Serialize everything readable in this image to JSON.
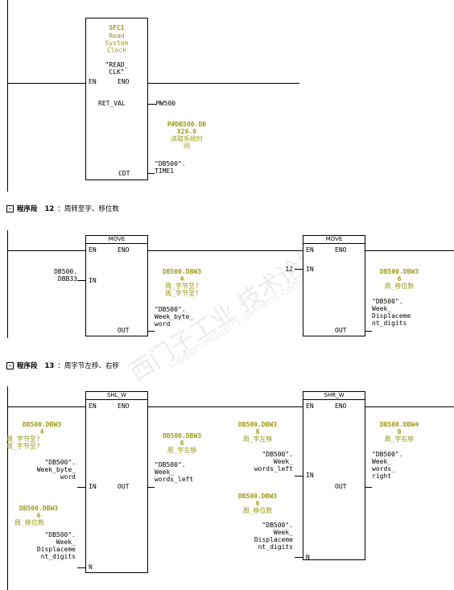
{
  "network11": {
    "sfc_name": "SFC1",
    "sfc_title": "Read\nSystem\nClock",
    "sfc_symbol": "\"READ_\nCLK\"",
    "en": "EN",
    "eno": "ENO",
    "ret_val": "RET_VAL",
    "ret_val_out": "MW500",
    "cdt": "CDT",
    "cdt_addr": "P#DB500.DB\nX26.0",
    "cdt_comment": "读取系统时\n间",
    "cdt_symbol": "\"DB500\".\nTIME1"
  },
  "network12": {
    "header": "程序段",
    "number": "12",
    "description": "：周转至字、移位数",
    "move1": {
      "title": "MOVE",
      "en": "EN",
      "eno": "ENO",
      "in": "IN",
      "out": "OUT"
    },
    "move1_in": "DB500.\nDBB33",
    "move1_out_addr": "DB500.DBW3\n4",
    "move1_out_comment": "周_字节至?\n周_字节至?",
    "move1_out_symbol": "\"DB500\".\nWeek_byte_\nword",
    "move2": {
      "title": "MOVE",
      "en": "EN",
      "eno": "ENO",
      "in": "IN",
      "out": "OUT"
    },
    "move2_in": "12",
    "move2_out_addr": "DB500.DBW3\n6",
    "move2_out_comment": "周_移位数",
    "move2_out_symbol": "\"DB500\".\nWeek_\nDisplaceme\nnt_digits"
  },
  "network13": {
    "header": "程序段",
    "number": "13",
    "description": "：周字节左移、右移",
    "shl": {
      "title": "SHL_W",
      "en": "EN",
      "eno": "ENO",
      "in": "IN",
      "out": "OUT",
      "n": "N"
    },
    "shl_in_addr": "DB500.DBW3\n4",
    "shl_in_comment": "周_字节至?\n周_字节至?",
    "shl_in_symbol": "\"DB500\".\nWeek_byte_\nword",
    "shl_n_addr": "DB500.DBW3\n6",
    "shl_n_comment": "周_移位数",
    "shl_n_symbol": "\"DB500\".\nWeek_\nDisplaceme\nnt_digits",
    "shl_out_addr": "DB500.DBW3\n8",
    "shl_out_comment": "周_字左移",
    "shl_out_symbol": "\"DB500\".\nWeek_\nwords_left",
    "shr": {
      "title": "SHR_W",
      "en": "EN",
      "eno": "ENO",
      "in": "IN",
      "out": "OUT",
      "n": "N"
    },
    "shr_in_addr": "DB500.DBW3\n8",
    "shr_in_comment": "周_字左移",
    "shr_in_symbol": "\"DB500\".\nWeek_\nwords_left",
    "shr_n_addr": "DB500.DBW3\n6",
    "shr_n_comment": "周_移位数",
    "shr_n_symbol": "\"DB500\".\nWeek_\nDisplaceme\nnt_digits",
    "shr_out_addr": "DB500.DBW4\n0",
    "shr_out_comment": "周_字右移",
    "shr_out_symbol": "\"DB500\".\nWeek_\nwords_\nright"
  },
  "watermark": {
    "line1": "西门子工业 技术论坛",
    "line2": "support.industry.siemens.com"
  }
}
